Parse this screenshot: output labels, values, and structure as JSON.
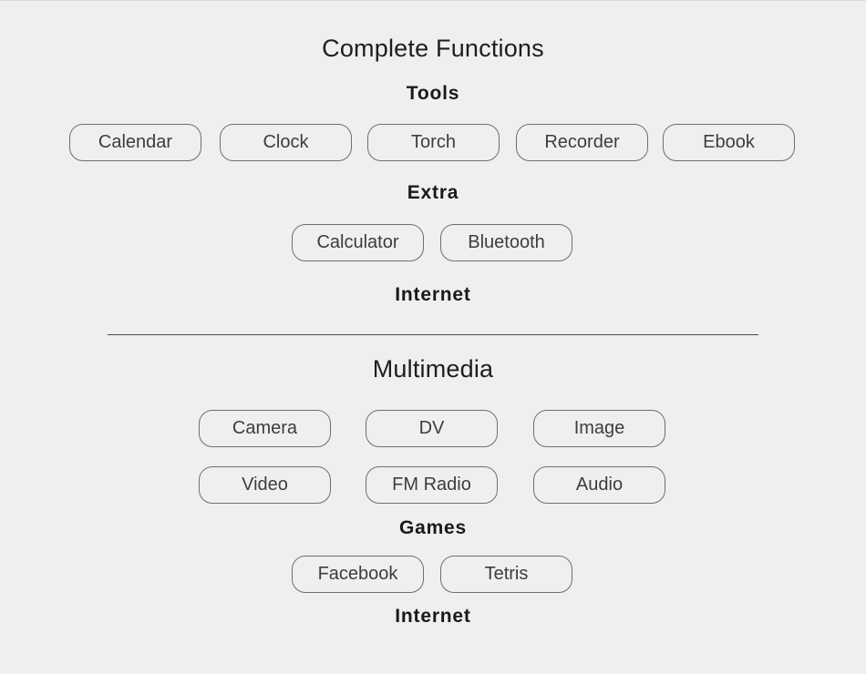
{
  "section_complete": {
    "title": "Complete Functions",
    "tools_label": "Tools",
    "tools": [
      "Calendar",
      "Clock",
      "Torch",
      "Recorder",
      "Ebook"
    ],
    "extra_label": "Extra",
    "extra": [
      "Calculator",
      "Bluetooth"
    ],
    "internet_label": "Internet"
  },
  "section_multimedia": {
    "title": "Multimedia",
    "media_row1": [
      "Camera",
      "DV",
      "Image"
    ],
    "media_row2": [
      "Video",
      "FM Radio",
      "Audio"
    ],
    "games_label": "Games",
    "games": [
      "Facebook",
      "Tetris"
    ],
    "internet_label": "Internet"
  }
}
